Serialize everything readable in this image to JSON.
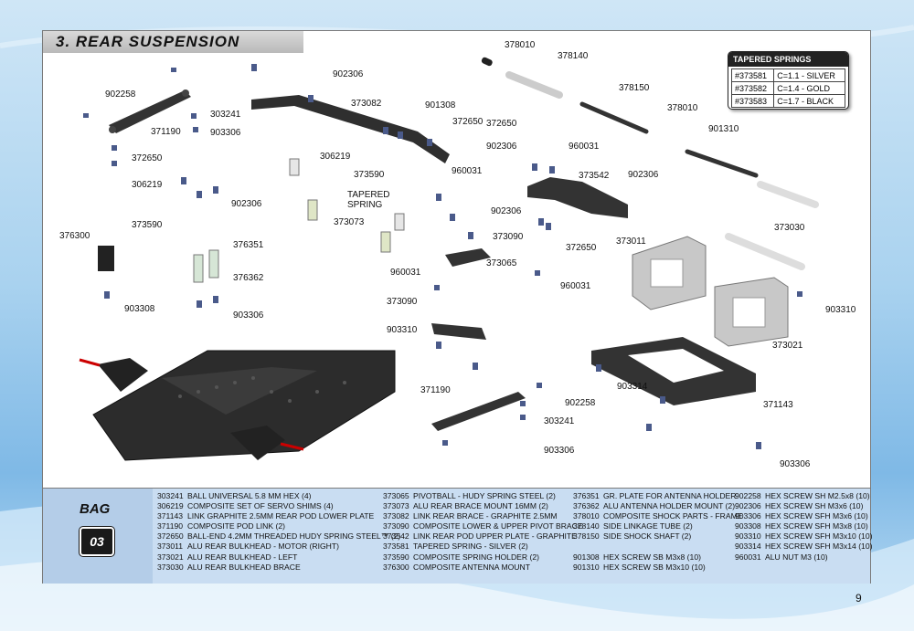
{
  "section_title": "3. REAR SUSPENSION",
  "callouts": [
    "378010",
    "378140",
    "902306",
    "378150",
    "902258",
    "373082",
    "378010",
    "303241",
    "901310",
    "901308",
    "372650",
    "371190",
    "903306",
    "372650",
    "902306",
    "960031",
    "372650",
    "306219",
    "373590",
    "960031",
    "373542",
    "902306",
    "306219",
    "TAPERED",
    "SPRING",
    "902306",
    "902306",
    "373073",
    "373590",
    "373030",
    "376300",
    "373090",
    "376351",
    "372650",
    "373011",
    "373065",
    "376362",
    "960031",
    "960031",
    "903310",
    "373090",
    "903308",
    "903306",
    "903310",
    "373021",
    "903314",
    "371190",
    "371143",
    "902258",
    "303241",
    "903306",
    "903306"
  ],
  "tapered_springs": {
    "title": "TAPERED SPRINGS",
    "rows": [
      {
        "code": "#373581",
        "value": "C=1.1 - SILVER"
      },
      {
        "code": "#373582",
        "value": "C=1.4 - GOLD"
      },
      {
        "code": "#373583",
        "value": "C=1.7 - BLACK"
      }
    ]
  },
  "bag": {
    "label": "BAG",
    "number": "03"
  },
  "parts": [
    [
      {
        "code": "303241",
        "desc": "BALL UNIVERSAL 5.8 MM HEX (4)"
      },
      {
        "code": "306219",
        "desc": "COMPOSITE SET OF SERVO SHIMS (4)"
      },
      {
        "code": "371143",
        "desc": "LINK GRAPHITE 2.5MM REAR POD LOWER PLATE"
      },
      {
        "code": "371190",
        "desc": "COMPOSITE POD LINK (2)"
      },
      {
        "code": "372650",
        "desc": "BALL-END 4.2MM THREADED HUDY SPRING STEEL™ (2)"
      },
      {
        "code": "373011",
        "desc": "ALU REAR BULKHEAD - MOTOR (RIGHT)"
      },
      {
        "code": "373021",
        "desc": "ALU REAR BULKHEAD - LEFT"
      },
      {
        "code": "373030",
        "desc": "ALU REAR BULKHEAD BRACE"
      }
    ],
    [
      {
        "code": "373065",
        "desc": "PIVOTBALL - HUDY SPRING STEEL (2)"
      },
      {
        "code": "373073",
        "desc": "ALU REAR BRACE MOUNT 16MM (2)"
      },
      {
        "code": "373082",
        "desc": "LINK REAR BRACE - GRAPHITE 2.5MM"
      },
      {
        "code": "373090",
        "desc": "COMPOSITE LOWER & UPPER PIVOT BRACE"
      },
      {
        "code": "373542",
        "desc": "LINK REAR POD UPPER PLATE - GRAPHITE"
      },
      {
        "code": "373581",
        "desc": "TAPERED SPRING - SILVER (2)"
      },
      {
        "code": "373590",
        "desc": "COMPOSITE SPRING HOLDER (2)"
      },
      {
        "code": "376300",
        "desc": "COMPOSITE ANTENNA MOUNT"
      }
    ],
    [
      {
        "code": "376351",
        "desc": "GR. PLATE FOR ANTENNA HOLDER"
      },
      {
        "code": "376362",
        "desc": "ALU ANTENNA HOLDER MOUNT (2)"
      },
      {
        "code": "378010",
        "desc": "COMPOSITE SHOCK PARTS - FRAME"
      },
      {
        "code": "378140",
        "desc": "SIDE LINKAGE TUBE (2)"
      },
      {
        "code": "378150",
        "desc": "SIDE SHOCK SHAFT (2)"
      },
      {
        "code": "",
        "desc": ""
      },
      {
        "code": "901308",
        "desc": "HEX SCREW SB M3x8  (10)"
      },
      {
        "code": "901310",
        "desc": "HEX SCREW SB M3x10  (10)"
      }
    ],
    [
      {
        "code": "902258",
        "desc": "HEX SCREW SH M2.5x8  (10)"
      },
      {
        "code": "902306",
        "desc": "HEX SCREW SH M3x6  (10)"
      },
      {
        "code": "903306",
        "desc": "HEX SCREW SFH M3x6  (10)"
      },
      {
        "code": "903308",
        "desc": "HEX SCREW SFH M3x8  (10)"
      },
      {
        "code": "903310",
        "desc": "HEX SCREW SFH M3x10  (10)"
      },
      {
        "code": "903314",
        "desc": "HEX SCREW SFH M3x14  (10)"
      },
      {
        "code": "960031",
        "desc": "ALU NUT M3  (10)"
      }
    ]
  ],
  "page_number": "9"
}
